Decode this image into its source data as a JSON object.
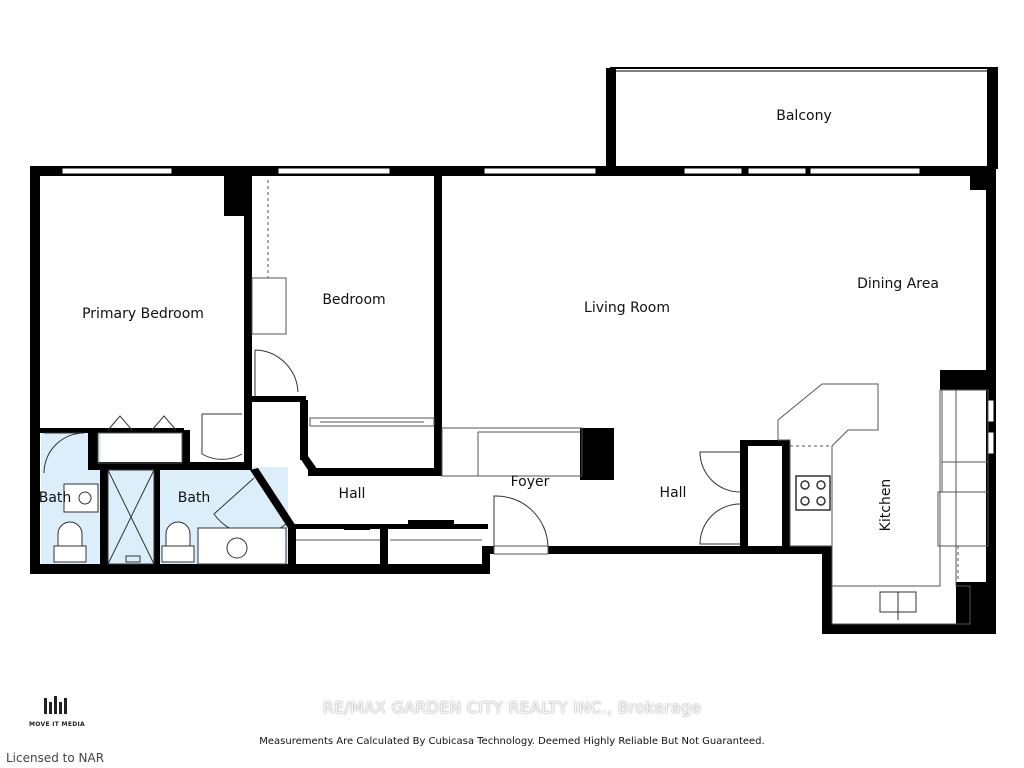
{
  "rooms": {
    "balcony": "Balcony",
    "primary_bedroom": "Primary Bedroom",
    "bedroom": "Bedroom",
    "living_room": "Living Room",
    "dining_area": "Dining Area",
    "bath_1": "Bath",
    "bath_2": "Bath",
    "hall_1": "Hall",
    "foyer": "Foyer",
    "hall_2": "Hall",
    "kitchen": "Kitchen"
  },
  "branding": {
    "logo_text": "MOVE IT MEDIA",
    "watermark": "RE/MAX GARDEN CITY REALTY INC., Brokerage"
  },
  "footer": {
    "disclaimer": "Measurements Are Calculated By Cubicasa Technology. Deemed Highly Reliable But Not Guaranteed.",
    "licensed": "Licensed to NAR"
  },
  "colors": {
    "wall": "#000000",
    "bath_fill": "#dbeef9",
    "fixture_stroke": "#555555"
  }
}
